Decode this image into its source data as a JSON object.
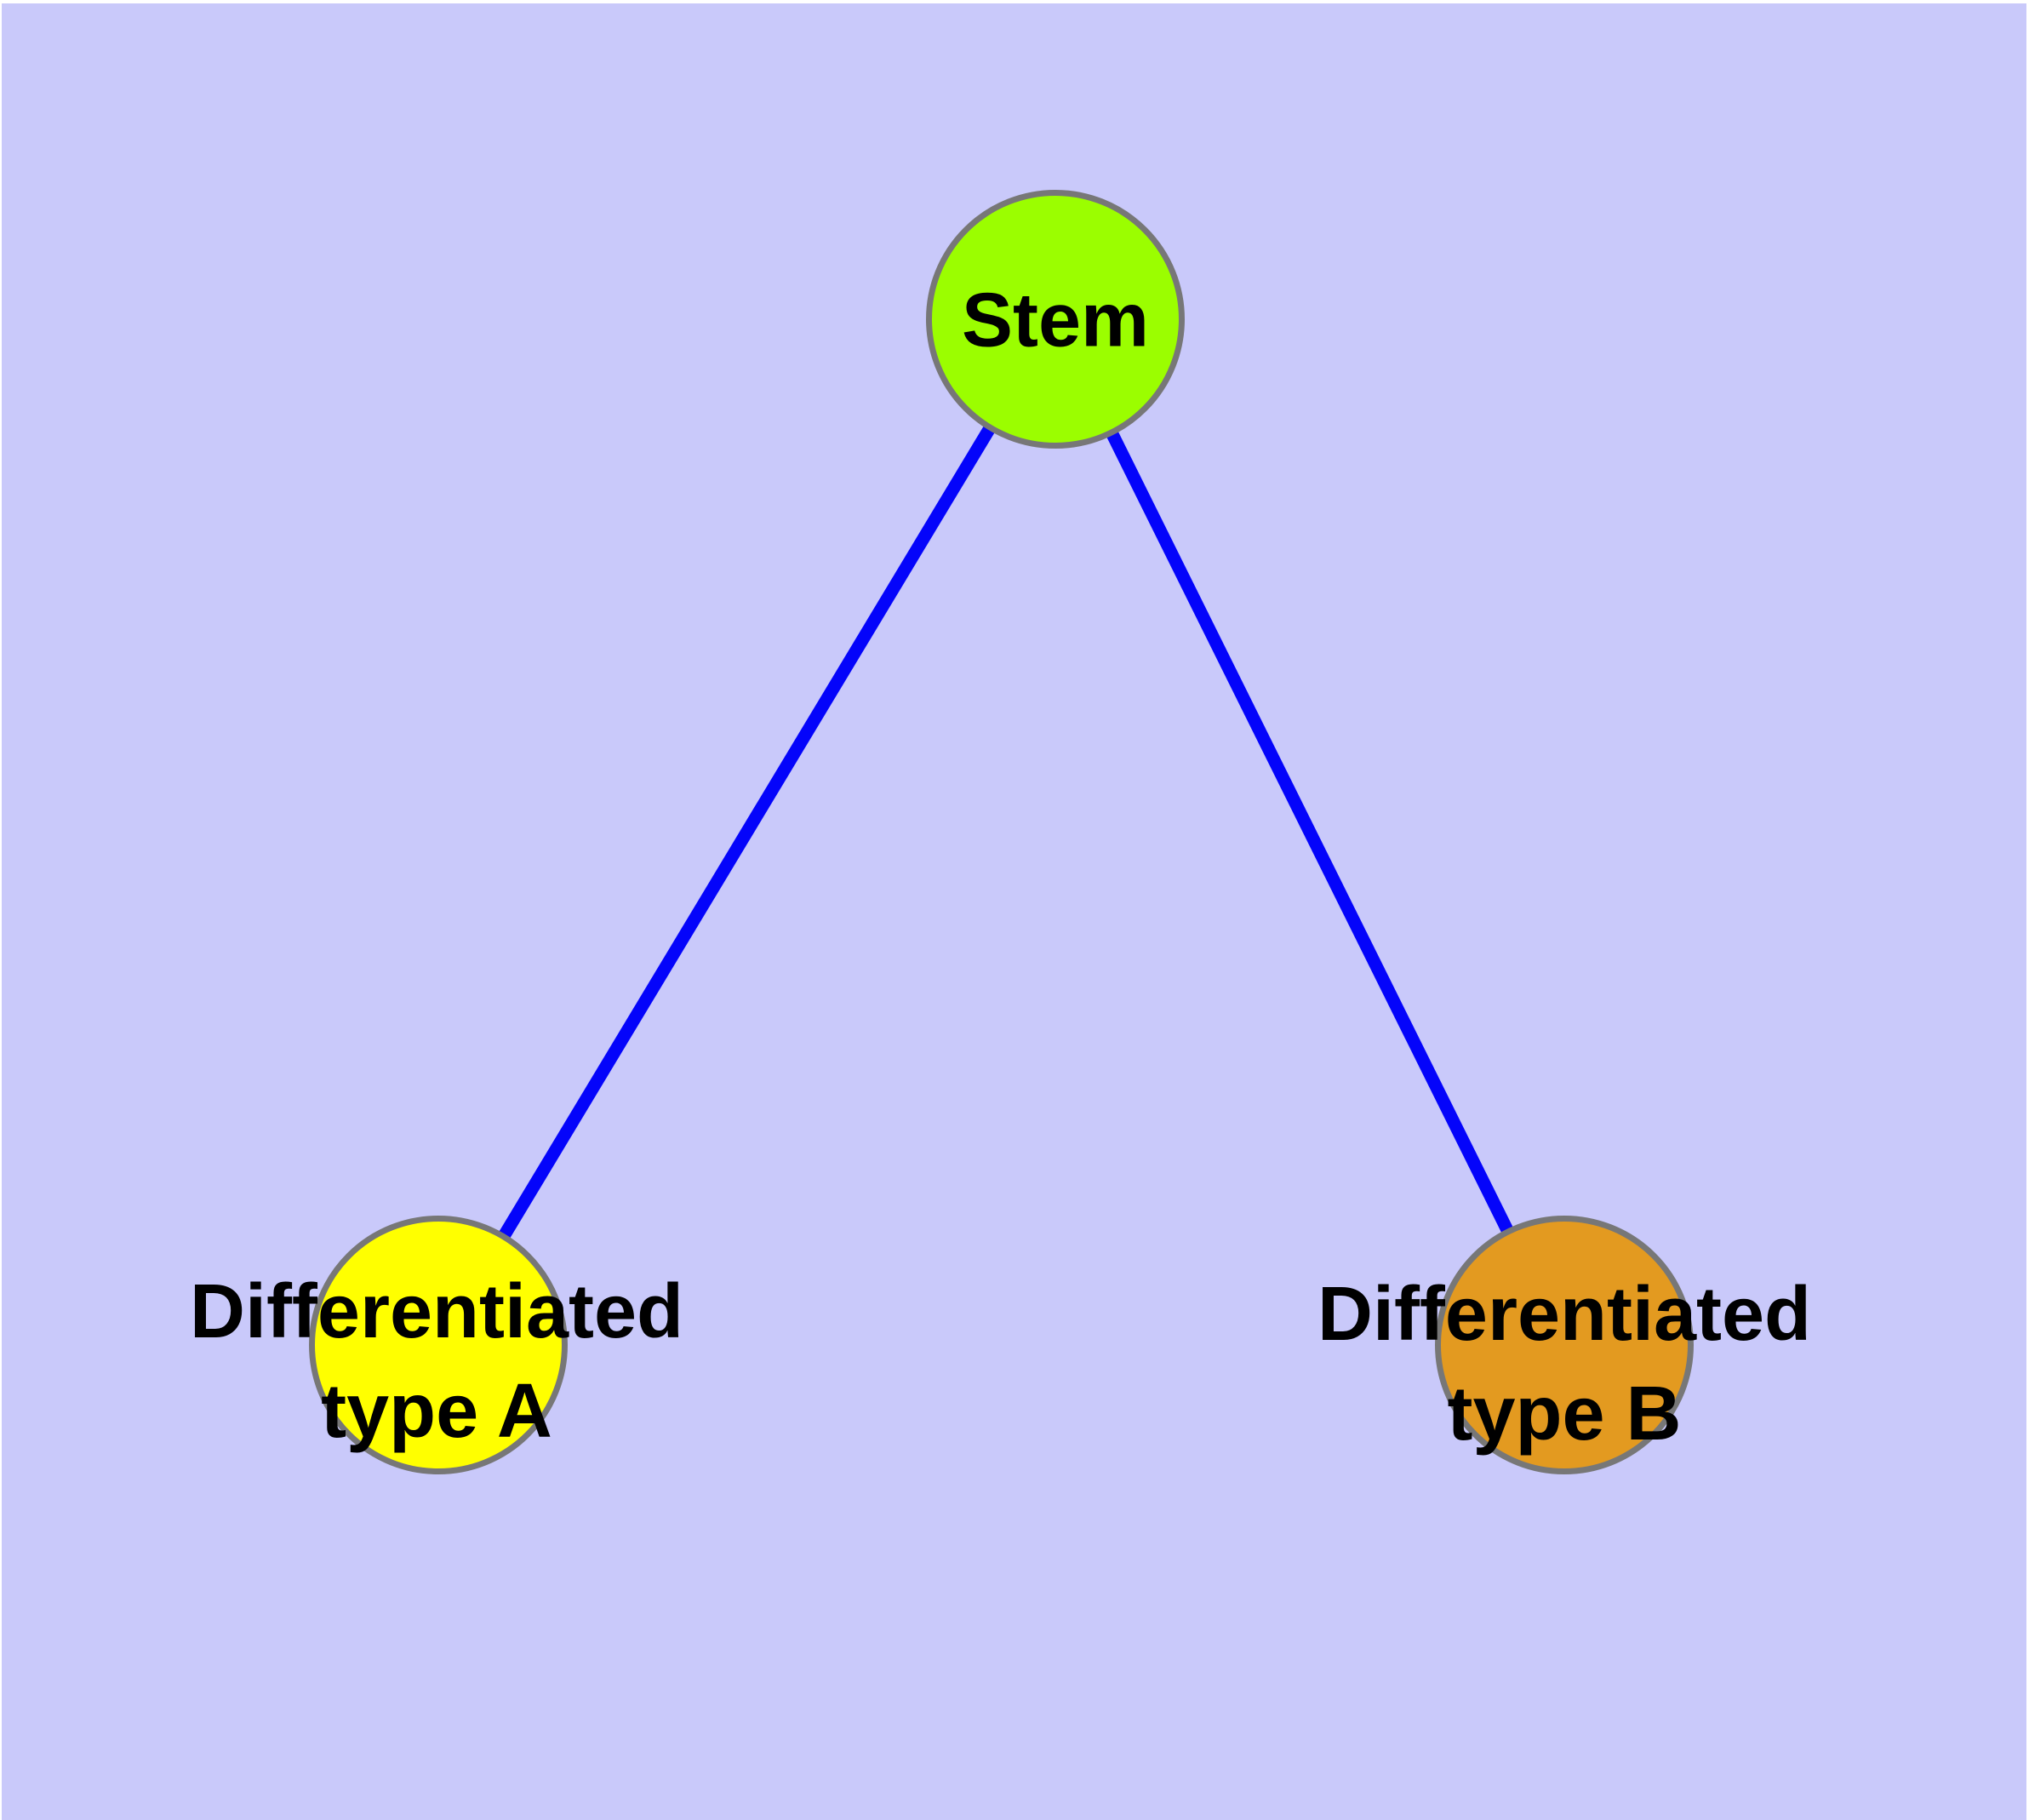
{
  "diagram": {
    "title": "cell-differentiation-graph",
    "background_color": "#C9C9FA",
    "edge_color": "#0404FA",
    "node_border_color": "#777777",
    "label_color": "#000000",
    "nodes": [
      {
        "id": "stem",
        "label": "Stem",
        "fill": "#9BFE00"
      },
      {
        "id": "type-a",
        "label": "Differentiated\ntype A",
        "fill": "#FFFF00"
      },
      {
        "id": "type-b",
        "label": "Differentiated\ntype B",
        "fill": "#E39A20"
      }
    ],
    "edges": [
      {
        "from": "Stem",
        "to": "Differentiated type A"
      },
      {
        "from": "Stem",
        "to": "Differentiated type B"
      }
    ]
  }
}
